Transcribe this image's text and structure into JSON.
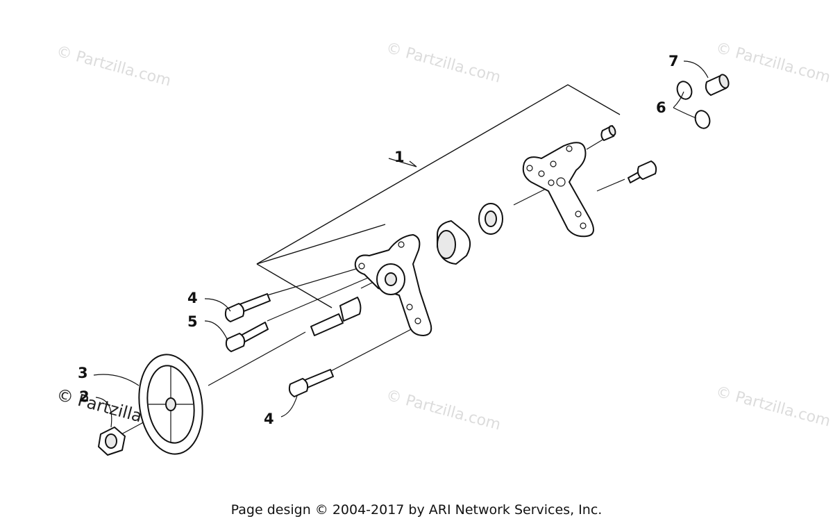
{
  "diagram": {
    "callouts": {
      "c1": "1",
      "c2": "2",
      "c3": "3",
      "c4a": "4",
      "c4b": "4",
      "c5": "5",
      "c6": "6",
      "c7": "7"
    },
    "watermarks": {
      "w1": "© Partzilla.com",
      "w2": "© Partzilla.com",
      "w3": "© Partzilla.com",
      "w4": "© Partzilla.com",
      "w5": "© Partzilla.com",
      "w6": "© Partzilla.com"
    },
    "footer": "Page design © 2004-2017 by ARI Network Services, Inc."
  }
}
